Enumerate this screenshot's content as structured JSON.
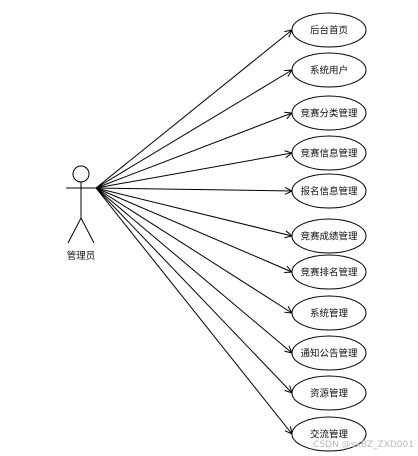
{
  "actor": {
    "label": "管理员"
  },
  "use_cases": [
    {
      "label": "后台首页"
    },
    {
      "label": "系统用户"
    },
    {
      "label": "竞赛分类管理"
    },
    {
      "label": "竞赛信息管理"
    },
    {
      "label": "报名信息管理"
    },
    {
      "label": "竞赛成绩管理"
    },
    {
      "label": "竞赛排名管理"
    },
    {
      "label": "系统管理"
    },
    {
      "label": "通知公告管理"
    },
    {
      "label": "资源管理"
    },
    {
      "label": "交流管理"
    }
  ],
  "watermark": "CSDN @sxBZ_ZXD001",
  "colors": {
    "stroke": "#000000",
    "background": "#ffffff",
    "watermark": "#b9b9b9"
  }
}
